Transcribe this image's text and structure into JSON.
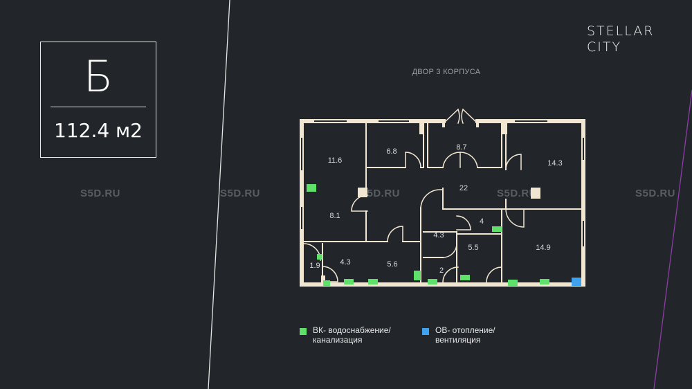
{
  "apartment": {
    "type_letter": "Б",
    "area": "112.4 м2"
  },
  "brand": {
    "line1": "STELLAR",
    "line2": "CITY"
  },
  "orientation_label": "ДВОР 3 КОРПУСА",
  "watermark": "S5D.RU",
  "rooms": [
    "11.6",
    "6.8",
    "8.7",
    "14.3",
    "22",
    "8.1",
    "4",
    "4.3",
    "5.5",
    "14.9",
    "1.9",
    "4.3",
    "5.6",
    "2"
  ],
  "legend": [
    {
      "color": "#5ee06b",
      "text": "ВК- водоснабжение/ канализация"
    },
    {
      "color": "#3fa2ee",
      "text": "ОВ- отопление/ вентиляция"
    }
  ],
  "colors": {
    "background": "#22262a",
    "wall": "#f1e6d2",
    "water": "#5ee06b",
    "heating": "#3fa2ee"
  }
}
